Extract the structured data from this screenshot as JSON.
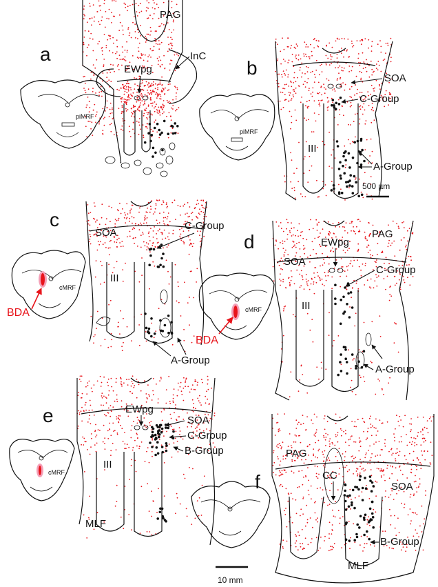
{
  "panels": {
    "a": {
      "letter": "a",
      "labels": {
        "pag": "PAG",
        "inc": "InC",
        "ewpg": "EWpg"
      },
      "thumb_label": "piMRF"
    },
    "b": {
      "letter": "b",
      "labels": {
        "soa": "SOA",
        "c_group": "C-Group",
        "iii": "III",
        "a_group": "A-Group"
      },
      "thumb_label": "piMRF",
      "scale_bar": "500 µm"
    },
    "c": {
      "letter": "c",
      "labels": {
        "soa": "SOA",
        "c_group": "C-Group",
        "iii": "III",
        "a_group": "A-Group"
      },
      "thumb_label": "cMRF",
      "injection": "BDA"
    },
    "d": {
      "letter": "d",
      "labels": {
        "pag": "PAG",
        "ewpg": "EWpg",
        "soa": "SOA",
        "c_group": "C-Group",
        "iii": "III",
        "a_group": "A-Group"
      },
      "thumb_label": "cMRF",
      "injection": "BDA"
    },
    "e": {
      "letter": "e",
      "labels": {
        "ewpg": "EWpg",
        "soa": "SOA",
        "c_group": "C-Group",
        "b_group": "B-Group",
        "iii": "III",
        "mlf": "MLF"
      },
      "thumb_label": "cMRF"
    },
    "f": {
      "letter": "f",
      "labels": {
        "pag": "PAG",
        "cc": "CC",
        "soa": "SOA",
        "b_group": "B-Group",
        "mlf": "MLF"
      },
      "scale_bar": "10 mm"
    }
  },
  "colors": {
    "labeled_terminals": "#e8141b",
    "injection_site": "#e8141b",
    "labeled_neurons": "#111111",
    "outline": "#111111"
  }
}
